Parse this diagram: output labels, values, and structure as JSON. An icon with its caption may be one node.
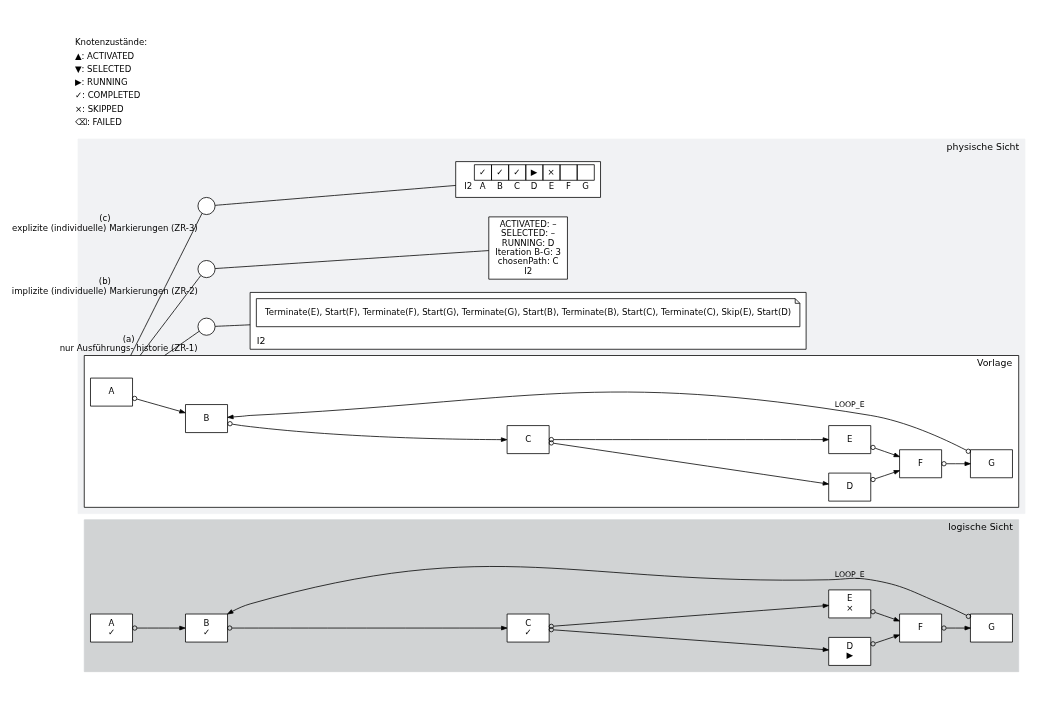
{
  "diagram": {
    "nodes": [
      {
        "text": [
          "logische Sicht"
        ]
      },
      {
        "text": [
          "A",
          "✓"
        ],
        "in": 0
      },
      {
        "text": [
          "B",
          "✓"
        ],
        "in": 0
      },
      {
        "text": [
          "C",
          "✓"
        ],
        "in": 0
      },
      {
        "text": [
          "D",
          "▶"
        ],
        "in": 0
      },
      {
        "text": [
          "E",
          "×"
        ],
        "in": 0
      },
      {
        "text": [
          "F"
        ],
        "in": 0
      },
      {
        "text": [
          "G"
        ],
        "in": 0
      },
      {
        "text": [
          "physische Sicht"
        ]
      },
      {
        "text": [],
        "shape": "box",
        "beside": [
          "Vorlage"
        ],
        "in": 8
      },
      {
        "text": [
          "A"
        ],
        "in": 9
      },
      {
        "text": [
          "B"
        ],
        "in": 9
      },
      {
        "text": [
          "C"
        ],
        "in": 9
      },
      {
        "text": [
          "D"
        ],
        "in": 9
      },
      {
        "text": [
          "E"
        ],
        "in": 9
      },
      {
        "text": [
          "F"
        ],
        "in": 9
      },
      {
        "text": [
          "G"
        ],
        "in": 9
      },
      {
        "text": [],
        "shape": "circle",
        "beside": [
          "(a)",
          "nur Ausführungs- historie (ZR-1)"
        ],
        "in": 8
      },
      {
        "text": [
          "I2"
        ],
        "in": 8
      },
      {
        "text": [
          "Terminate(E), Start(F), Terminate(F), Start(G), Terminate(G), Start(B), Terminate(B), Start(C), Terminate(C), Skip(E), Start(D)"
        ],
        "in": 18
      },
      {
        "text": [],
        "shape": "circle",
        "beside": [
          "(b)",
          "implizite (individuelle) Markierungen (ZR-2)"
        ],
        "in": 8
      },
      {
        "text": [
          "ACTIVATED: –",
          "SELECTED: –",
          "RUNNING: D",
          "Iteration B-G: 3",
          "chosenPath: C",
          "I2"
        ],
        "in": 8
      },
      {
        "text": [],
        "shape": "circle",
        "beside": [
          "(c)",
          "explizite (individuelle) Markierungen (ZR-3)"
        ],
        "in": 8
      },
      {
        "text": [
          "✓",
          "✓",
          "✓",
          "▶",
          "×",
          "I2",
          "A",
          "B",
          "C",
          "D",
          "E",
          "F",
          "G"
        ],
        "in": 8
      }
    ],
    "edges": [
      {
        "from": 1,
        "to": 2,
        "arrow": "to"
      },
      {
        "from": 2,
        "to": 3,
        "arrow": "to"
      },
      {
        "from": 3,
        "to": 4,
        "arrow": "to"
      },
      {
        "from": 3,
        "to": 5,
        "arrow": "to"
      },
      {
        "from": 4,
        "to": 6,
        "arrow": "to"
      },
      {
        "from": 5,
        "to": 6,
        "arrow": "to"
      },
      {
        "from": 6,
        "to": 7,
        "arrow": "to"
      },
      {
        "from": 7,
        "to": 2,
        "arrow": "to",
        "label": "LOOP_E"
      },
      {
        "from": 10,
        "to": 11,
        "arrow": "to"
      },
      {
        "from": 11,
        "to": 12,
        "arrow": "to"
      },
      {
        "from": 12,
        "to": 13,
        "arrow": "to"
      },
      {
        "from": 12,
        "to": 14,
        "arrow": "to"
      },
      {
        "from": 13,
        "to": 15,
        "arrow": "to"
      },
      {
        "from": 14,
        "to": 15,
        "arrow": "to"
      },
      {
        "from": 15,
        "to": 16,
        "arrow": "to"
      },
      {
        "from": 16,
        "to": 11,
        "arrow": "to",
        "label": "LOOP_E"
      },
      {
        "from": 9,
        "to": 17,
        "arrow": "none"
      },
      {
        "from": 9,
        "to": 20,
        "arrow": "none"
      },
      {
        "from": 9,
        "to": 22,
        "arrow": "none"
      },
      {
        "from": 17,
        "to": 18,
        "arrow": "none"
      },
      {
        "from": 20,
        "to": 21,
        "arrow": "none"
      },
      {
        "from": 22,
        "to": 23,
        "arrow": "none"
      }
    ],
    "labels": [
      "Knotenzustände:"
    ],
    "legend": [
      {
        "text": "▲: ACTIVATED"
      },
      {
        "text": "▼: SELECTED"
      },
      {
        "text": "▶: RUNNING"
      },
      {
        "text": "✓: COMPLETED"
      },
      {
        "text": "×: SKIPPED"
      },
      {
        "text": "⌫: FAILED"
      }
    ]
  }
}
